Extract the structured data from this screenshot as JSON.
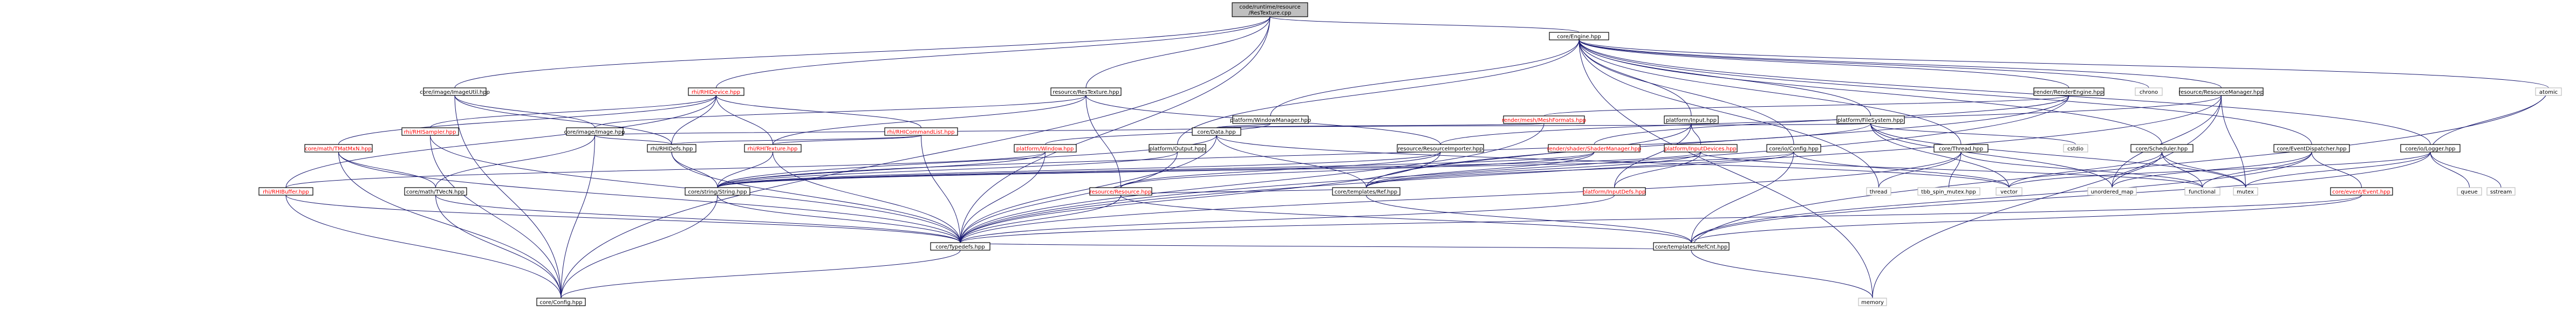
{
  "title": "code/runtime/resource/ResTexture.cpp",
  "nodes": {
    "root": "code/runtime/resource\n/ResTexture.cpp",
    "engine": "core/Engine.hpp",
    "image_util": "core/image/ImageUtil.hpp",
    "rhi_device": "rhi/RHIDevice.hpp",
    "res_texture": "resource/ResTexture.hpp",
    "render_engine": "render/RenderEngine.hpp",
    "chrono": "chrono",
    "res_manager": "resource/ResourceManager.hpp",
    "atomic": "atomic",
    "window_manager": "platform/WindowManager.hpp",
    "mesh_formats": "render/mesh/MeshFormats.hpp",
    "input": "platform/Input.hpp",
    "filesystem": "platform/FileSystem.hpp",
    "rhi_sampler": "rhi/RHISampler.hpp",
    "image": "core/image/Image.hpp",
    "rhi_cmdlist": "rhi/RHICommandList.hpp",
    "rhi_defs": "rhi/RHIDefs.hpp",
    "rhi_texture": "rhi/RHITexture.hpp",
    "math_mn": "core/math/TMatMxN.hpp",
    "window": "platform/Window.hpp",
    "output": "platform/Output.hpp",
    "data": "core/Data.hpp",
    "res_importer": "resource/ResourceImporter.hpp",
    "shader_manager": "render/shader/ShaderManager.hpp",
    "input_devices": "platform/InputDevices.hpp",
    "config_io": "core/io/Config.hpp",
    "thread": "core/Thread.hpp",
    "cstdio": "cstdio",
    "scheduler": "core/Scheduler.hpp",
    "event_dispatcher": "core/EventDispatcher.hpp",
    "logger": "core/io/Logger.hpp",
    "queue": "queue",
    "sstream": "sstream",
    "rhi_buffer": "rhi/RHIBuffer.hpp",
    "math_vec": "core/math/TVecN.hpp",
    "string": "core/string/String.hpp",
    "resource": "resource/Resource.hpp",
    "ref": "core/templates/Ref.hpp",
    "input_defs": "platform/InputDefs.hpp",
    "std_thread": "thread",
    "tbb_mutex": "tbb_spin_mutex.hpp",
    "vector": "vector",
    "unordered_map": "unordered_map",
    "functional": "functional",
    "mutex": "mutex",
    "event": "core/event/Event.hpp",
    "typedefs": "core/Typedefs.hpp",
    "refcnt": "core/templates/RefCnt.hpp",
    "config": "core/Config.hpp",
    "memory": "memory"
  }
}
